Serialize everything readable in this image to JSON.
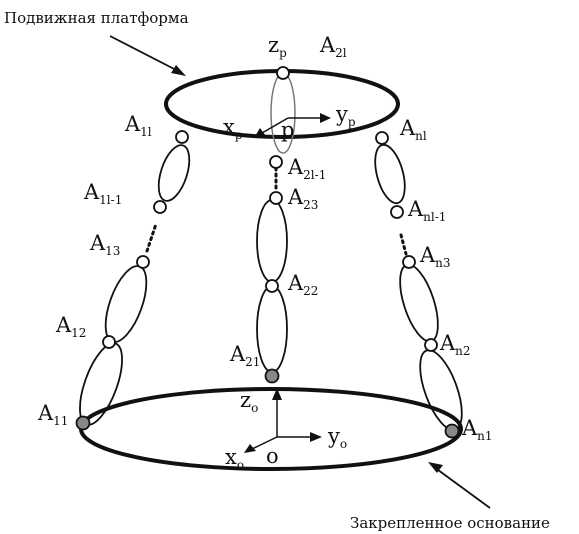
{
  "captions": {
    "moving_platform": "Подвижная платформа",
    "fixed_base": "Закрепленное основание"
  },
  "platform_frame": {
    "origin": "p",
    "axes": {
      "x": {
        "main": "x",
        "sub": "p"
      },
      "y": {
        "main": "y",
        "sub": "p"
      },
      "z": {
        "main": "z",
        "sub": "p"
      }
    }
  },
  "base_frame": {
    "origin": "o",
    "axes": {
      "x": {
        "main": "x",
        "sub": "o"
      },
      "y": {
        "main": "y",
        "sub": "o"
      },
      "z": {
        "main": "z",
        "sub": "o"
      }
    }
  },
  "joints": [
    {
      "id": "A11",
      "main": "A",
      "sub": "11"
    },
    {
      "id": "A12",
      "main": "A",
      "sub": "12"
    },
    {
      "id": "A13",
      "main": "A",
      "sub": "13"
    },
    {
      "id": "A1l-1",
      "main": "A",
      "sub": "1l-1"
    },
    {
      "id": "A1l",
      "main": "A",
      "sub": "1l"
    },
    {
      "id": "A21",
      "main": "A",
      "sub": "21"
    },
    {
      "id": "A22",
      "main": "A",
      "sub": "22"
    },
    {
      "id": "A23",
      "main": "A",
      "sub": "23"
    },
    {
      "id": "A2l-1",
      "main": "A",
      "sub": "2l-1"
    },
    {
      "id": "A2l",
      "main": "A",
      "sub": "2l"
    },
    {
      "id": "An1",
      "main": "A",
      "sub": "n1"
    },
    {
      "id": "An2",
      "main": "A",
      "sub": "n2"
    },
    {
      "id": "An3",
      "main": "A",
      "sub": "n3"
    },
    {
      "id": "Anl-1",
      "main": "A",
      "sub": "nl-1"
    },
    {
      "id": "Anl",
      "main": "A",
      "sub": "nl"
    }
  ],
  "colors": {
    "ink": "#111111",
    "filled_joint": "#888888",
    "background": "#ffffff"
  }
}
